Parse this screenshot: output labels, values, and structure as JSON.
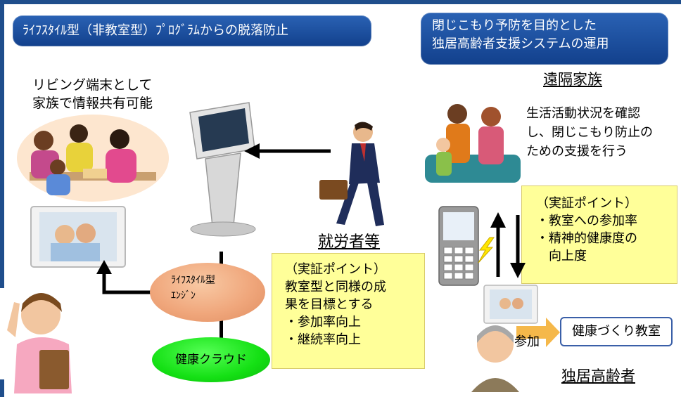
{
  "banners": {
    "left": "ﾗｲﾌｽﾀｲﾙ型（非教室型）ﾌﾟﾛｸﾞﾗﾑからの脱落防止",
    "right_line1": "閉じこもり予防を目的とした",
    "right_line2": "独居高齢者支援システムの運用"
  },
  "left_caption": {
    "line1": "リビング端末として",
    "line2": "家族で情報共有可能"
  },
  "labels": {
    "workers": "就労者等",
    "remote_family": "遠隔家族",
    "elderly": "独居高齢者",
    "join": "参加",
    "health_class": "健康づくり教室"
  },
  "family_note": {
    "line1": "生活活動状況を確認",
    "line2": "し、閉じこもり防止の",
    "line3": "ための支援を行う"
  },
  "engine": {
    "line1": "ﾗｲﾌｽﾀｲﾙ型",
    "line2": "ｴﾝｼﾞﾝ"
  },
  "cloud": "健康クラウド",
  "callout_left": {
    "line1": "（実証ポイント）",
    "line2": "教室型と同様の成",
    "line3": "果を目標とする",
    "line4": "・参加率向上",
    "line5": "・継続率向上"
  },
  "callout_right": {
    "line1": "（実証ポイント）",
    "line2": "・教室への参加率",
    "line3": "・精神的健康度の",
    "line4": "　向上度"
  },
  "colors": {
    "banner": "#1a4d9c",
    "callout": "#ffff99",
    "engine": "#f0a77c",
    "cloud": "#14e014",
    "border": "#1f4e8c"
  }
}
